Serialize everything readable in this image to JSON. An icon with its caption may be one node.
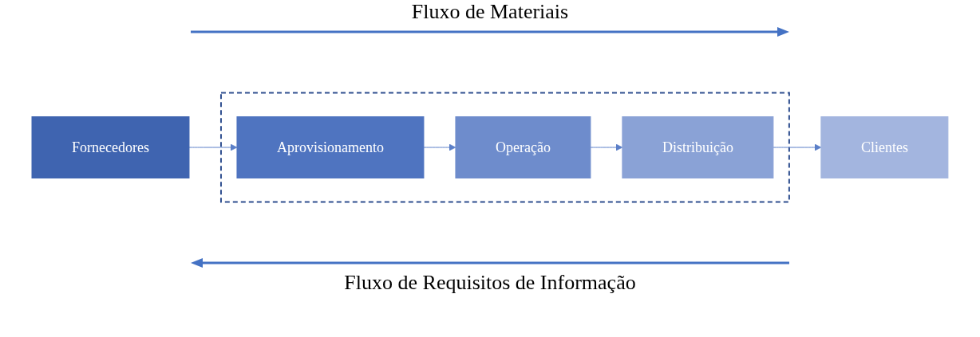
{
  "diagram": {
    "nodes": [
      {
        "text": [
          "Fornecedores"
        ]
      },
      {
        "text": [],
        "shape": "box"
      },
      {
        "text": [
          "Aprovisionamento"
        ],
        "in": 1
      },
      {
        "text": [
          "Operação"
        ],
        "in": 1
      },
      {
        "text": [
          "Distribuição"
        ],
        "in": 1
      },
      {
        "text": [
          "Clientes"
        ]
      }
    ],
    "edges": [
      {
        "from": 0,
        "to": 2,
        "arrow": "to"
      },
      {
        "from": 2,
        "to": 3,
        "arrow": "to"
      },
      {
        "from": 3,
        "to": 4,
        "arrow": "to"
      },
      {
        "from": 4,
        "to": 5,
        "arrow": "to"
      }
    ],
    "labels": [
      "Fluxo de Materiais",
      "Fluxo de Requisitos de Informação"
    ]
  }
}
